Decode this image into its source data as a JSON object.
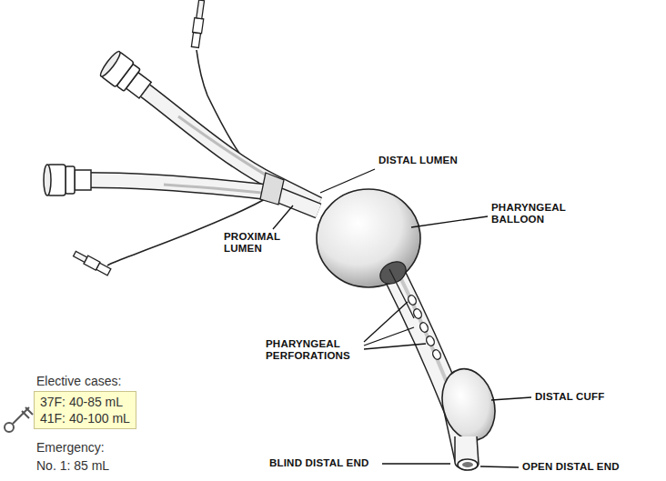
{
  "diagram": {
    "nodes": [
      {
        "text": [
          "37F: 40-85 mL",
          "41F: 40-100 mL"
        ]
      }
    ],
    "labels": [
      "DISTAL LUMEN",
      "PHARYNGEAL BALLOON",
      "PROXIMAL LUMEN",
      "PHARYNGEAL PERFORATIONS",
      "DISTAL CUFF",
      "BLIND DISTAL END",
      "OPEN DISTAL END",
      "Elective cases:",
      "Emergency:",
      "No. 1: 85 mL"
    ]
  }
}
